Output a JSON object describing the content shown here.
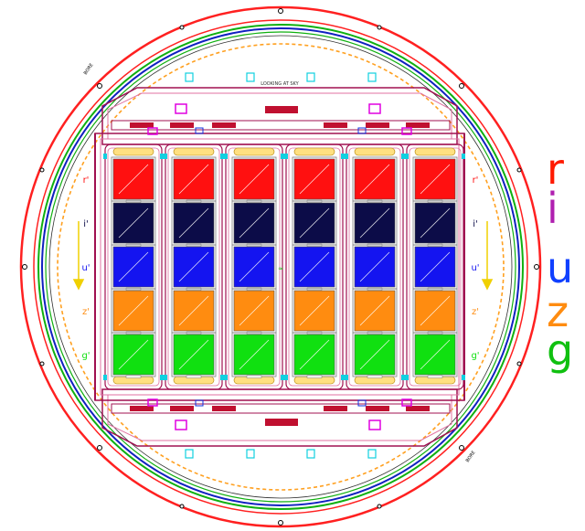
{
  "filters": {
    "rows": [
      {
        "label": "r'",
        "color": "#ff1010"
      },
      {
        "label": "i'",
        "color": "#0c0c48"
      },
      {
        "label": "u'",
        "color": "#1414f0"
      },
      {
        "label": "z'",
        "color": "#ff8c10"
      },
      {
        "label": "g'",
        "color": "#10e010"
      }
    ],
    "columns": 6
  },
  "side_legend": {
    "letters": [
      {
        "text": "r",
        "color": "#ff1a00"
      },
      {
        "text": "i",
        "color": "#b020b0"
      },
      {
        "text": "u",
        "color": "#1040ff"
      },
      {
        "text": "z",
        "color": "#ff8c10"
      },
      {
        "text": "g",
        "color": "#10c010"
      }
    ]
  },
  "labels": {
    "top_caption": "LOOKING AT SKY",
    "left_side_tag": "BORE",
    "right_side_tag": "BORE"
  },
  "colors": {
    "outer_ring": "#ff2020",
    "green_ring": "#10b010",
    "blue_ring": "#1020c0",
    "dashed_ring": "#ffa020",
    "frame": "#a01050",
    "pink_rails": "#e070a0",
    "cyan_boxes": "#10d0e0",
    "magenta_boxes": "#e000e0",
    "arrow": "#f0d000"
  }
}
